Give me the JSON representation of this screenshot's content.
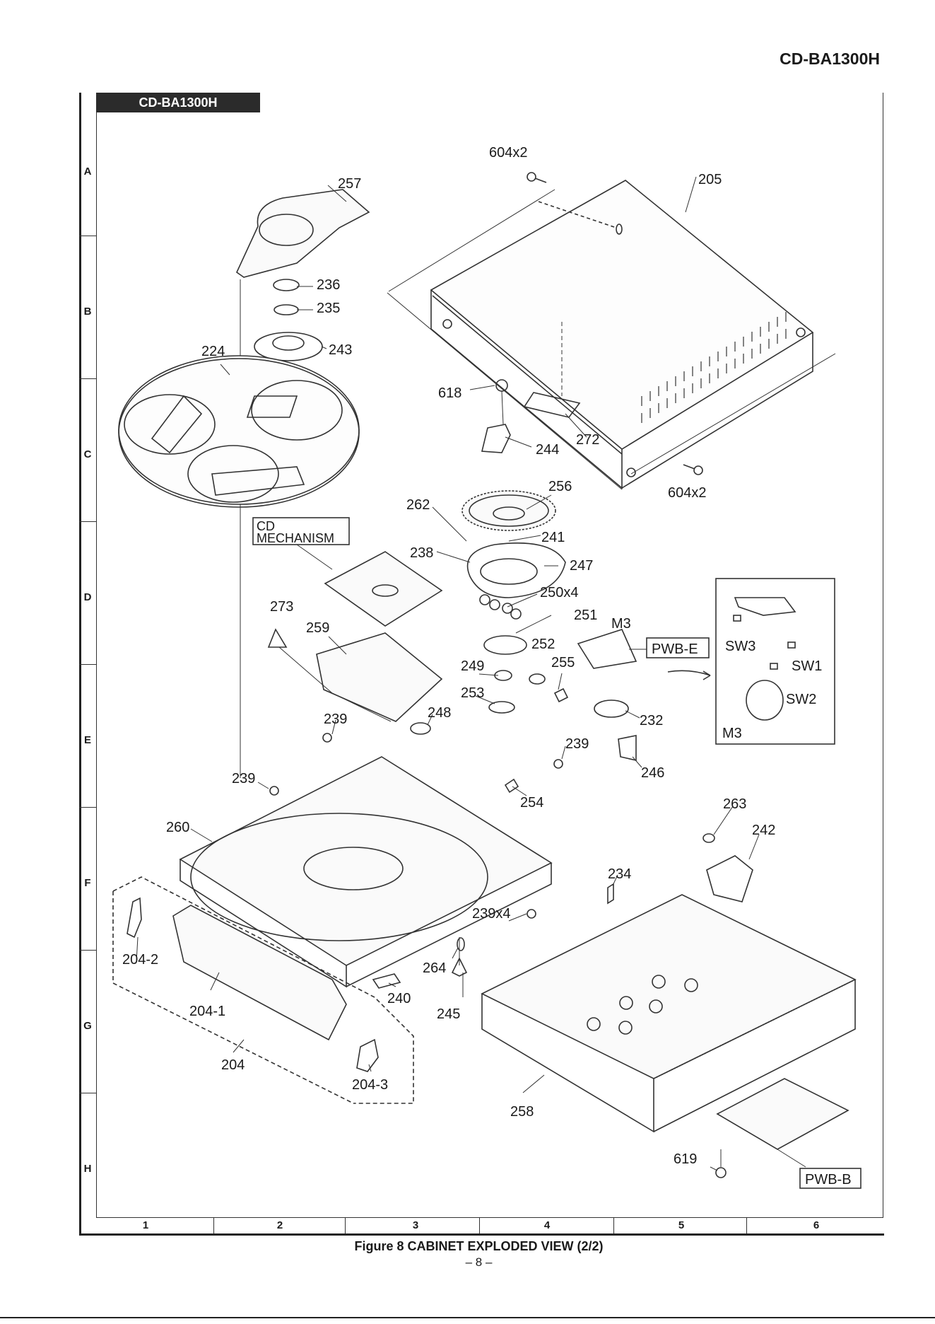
{
  "header": {
    "model": "CD-BA1300H"
  },
  "frame": {
    "tab_label": "CD-BA1300H"
  },
  "grid": {
    "rows": [
      "A",
      "B",
      "C",
      "D",
      "E",
      "F",
      "G",
      "H"
    ],
    "cols": [
      "1",
      "2",
      "3",
      "4",
      "5",
      "6"
    ]
  },
  "parts": [
    {
      "id": "p604a",
      "label": "604x2"
    },
    {
      "id": "p205",
      "label": "205"
    },
    {
      "id": "p257",
      "label": "257"
    },
    {
      "id": "p236",
      "label": "236"
    },
    {
      "id": "p235",
      "label": "235"
    },
    {
      "id": "p243",
      "label": "243"
    },
    {
      "id": "p224",
      "label": "224"
    },
    {
      "id": "p618",
      "label": "618"
    },
    {
      "id": "p272",
      "label": "272"
    },
    {
      "id": "p244",
      "label": "244"
    },
    {
      "id": "p604b",
      "label": "604x2"
    },
    {
      "id": "p256",
      "label": "256"
    },
    {
      "id": "p262",
      "label": "262"
    },
    {
      "id": "p241",
      "label": "241"
    },
    {
      "id": "p238",
      "label": "238"
    },
    {
      "id": "p247",
      "label": "247"
    },
    {
      "id": "p250",
      "label": "250x4"
    },
    {
      "id": "p251",
      "label": "251"
    },
    {
      "id": "p273",
      "label": "273"
    },
    {
      "id": "p259",
      "label": "259"
    },
    {
      "id": "pM3a",
      "label": "M3"
    },
    {
      "id": "p252",
      "label": "252"
    },
    {
      "id": "p249",
      "label": "249"
    },
    {
      "id": "p255",
      "label": "255"
    },
    {
      "id": "p253",
      "label": "253"
    },
    {
      "id": "p232",
      "label": "232"
    },
    {
      "id": "p239a",
      "label": "239"
    },
    {
      "id": "p248",
      "label": "248"
    },
    {
      "id": "p239b",
      "label": "239"
    },
    {
      "id": "p246",
      "label": "246"
    },
    {
      "id": "p239c",
      "label": "239"
    },
    {
      "id": "p254",
      "label": "254"
    },
    {
      "id": "p263",
      "label": "263"
    },
    {
      "id": "p260",
      "label": "260"
    },
    {
      "id": "p242",
      "label": "242"
    },
    {
      "id": "p234",
      "label": "234"
    },
    {
      "id": "p239x4",
      "label": "239x4"
    },
    {
      "id": "p204_2",
      "label": "204-2"
    },
    {
      "id": "p264",
      "label": "264"
    },
    {
      "id": "p240",
      "label": "240"
    },
    {
      "id": "p204_1",
      "label": "204-1"
    },
    {
      "id": "p245",
      "label": "245"
    },
    {
      "id": "p204",
      "label": "204"
    },
    {
      "id": "p204_3",
      "label": "204-3"
    },
    {
      "id": "p258",
      "label": "258"
    },
    {
      "id": "p619",
      "label": "619"
    }
  ],
  "boxes": {
    "cd_mech_1": "CD",
    "cd_mech_2": "MECHANISM",
    "pwb_e": "PWB-E",
    "pwb_b": "PWB-B"
  },
  "inset": {
    "sw3": "SW3",
    "sw1": "SW1",
    "sw2": "SW2",
    "m3": "M3"
  },
  "caption": "Figure 8 CABINET  EXPLODED VIEW (2/2)",
  "page_number": "– 8 –"
}
